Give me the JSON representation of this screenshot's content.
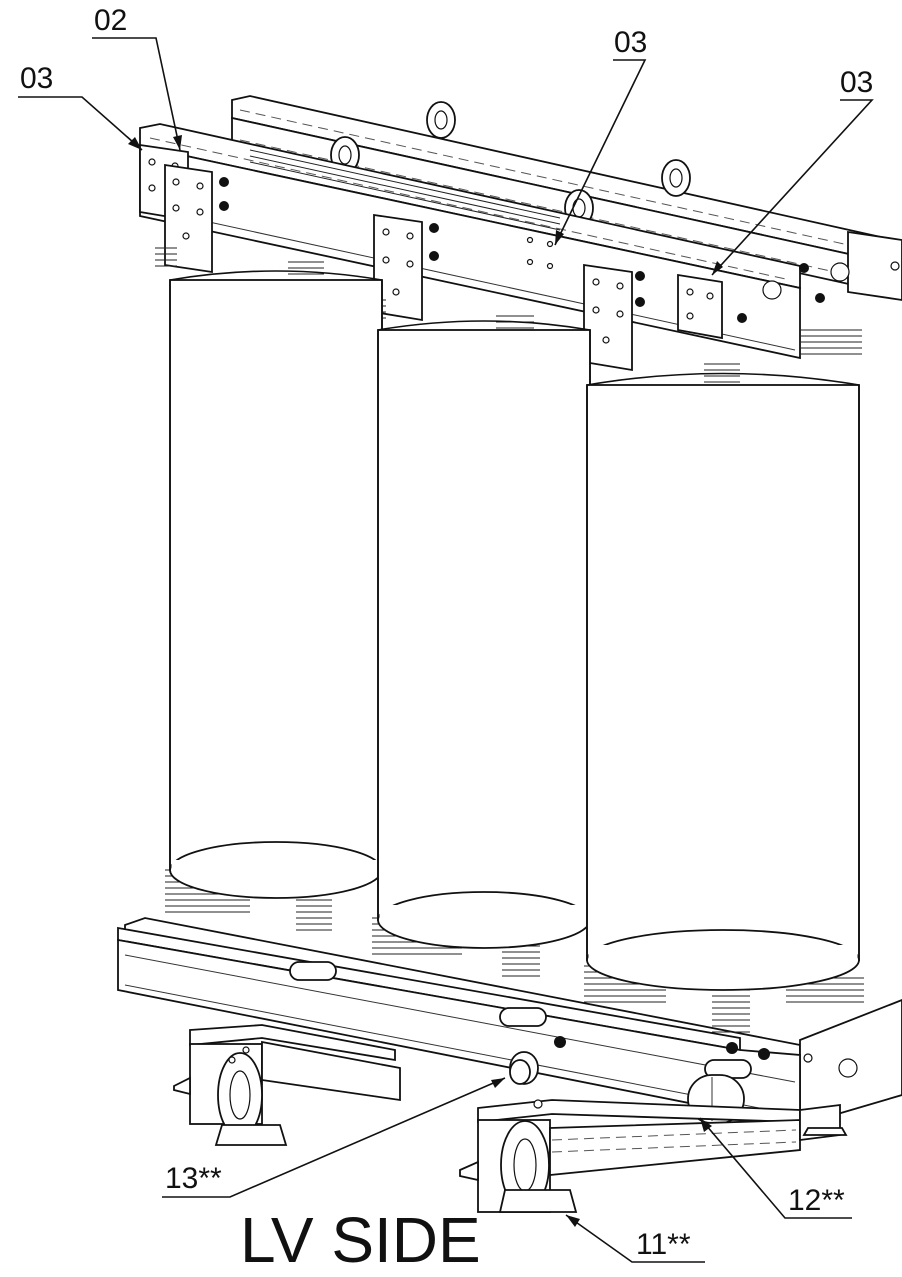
{
  "title": "LV SIDE",
  "callouts": {
    "c1": "03",
    "c2": "02",
    "c3": "03",
    "c4": "03",
    "c5": "13**",
    "c6": "12**",
    "c7": "11**"
  }
}
